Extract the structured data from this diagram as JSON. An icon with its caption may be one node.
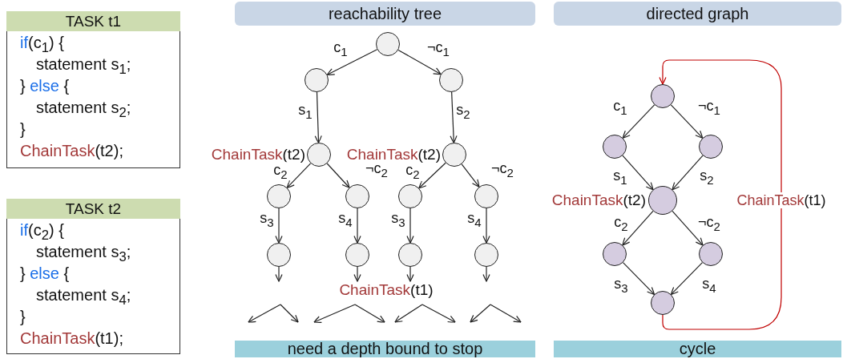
{
  "diagram": {
    "nodes": [
      {
        "text": [
          "TASK t1",
          "if(c$_{1}$) {",
          "statement s$_{1}$;",
          "} else {",
          "statement s$_{2}$;",
          "}",
          "ChainTask(t2);"
        ]
      },
      {
        "text": [
          "TASK t2",
          "if(c$_{2}$) {",
          "statement s$_{3}$;",
          "} else {",
          "statement s$_{4}$;",
          "}",
          "ChainTask(t1);"
        ]
      },
      {
        "text": [
          "reachability tree"
        ]
      },
      {
        "text": [],
        "shape": "circle"
      },
      {
        "text": [],
        "shape": "circle"
      },
      {
        "text": [],
        "shape": "circle"
      },
      {
        "text": [],
        "shape": "circle",
        "beside": [
          "ChainTask(t2)"
        ]
      },
      {
        "text": [],
        "shape": "circle",
        "beside": [
          "ChainTask(t2)"
        ]
      },
      {
        "text": [],
        "shape": "circle"
      },
      {
        "text": [],
        "shape": "circle"
      },
      {
        "text": [],
        "shape": "circle"
      },
      {
        "text": [],
        "shape": "circle"
      },
      {
        "text": [],
        "shape": "circle"
      },
      {
        "text": [],
        "shape": "circle"
      },
      {
        "text": [],
        "shape": "circle"
      },
      {
        "text": [],
        "shape": "circle"
      },
      {
        "text": [
          "need a depth bound to stop"
        ]
      },
      {
        "text": [
          "directed graph"
        ]
      },
      {
        "text": [],
        "shape": "circle"
      },
      {
        "text": [],
        "shape": "circle"
      },
      {
        "text": [],
        "shape": "circle"
      },
      {
        "text": [],
        "shape": "circle",
        "beside": [
          "ChainTask(t2)"
        ]
      },
      {
        "text": [],
        "shape": "circle"
      },
      {
        "text": [],
        "shape": "circle"
      },
      {
        "text": [],
        "shape": "circle"
      },
      {
        "text": [
          "cycle"
        ]
      },
      {
        "text": [
          "ChainTask(t1)"
        ]
      }
    ],
    "edges": [
      {
        "from": 3,
        "to": 4,
        "arrow": "to",
        "label": "c$_{1}$"
      },
      {
        "from": 3,
        "to": 5,
        "arrow": "to",
        "label": "¬c$_{1}$"
      },
      {
        "from": 4,
        "to": 6,
        "arrow": "to",
        "label": "s$_{1}$"
      },
      {
        "from": 5,
        "to": 7,
        "arrow": "to",
        "label": "s$_{2}$"
      },
      {
        "from": 6,
        "to": 8,
        "arrow": "to",
        "label": "c$_{2}$"
      },
      {
        "from": 6,
        "to": 9,
        "arrow": "to",
        "label": "¬c$_{2}$"
      },
      {
        "from": 7,
        "to": 10,
        "arrow": "to",
        "label": "c$_{2}$"
      },
      {
        "from": 7,
        "to": 11,
        "arrow": "to",
        "label": "¬c$_{2}$"
      },
      {
        "from": 8,
        "to": 12,
        "arrow": "to",
        "label": "s$_{3}$"
      },
      {
        "from": 9,
        "to": 13,
        "arrow": "to",
        "label": "s$_{4}$"
      },
      {
        "from": 10,
        "to": 14,
        "arrow": "to",
        "label": "s$_{3}$"
      },
      {
        "from": 11,
        "to": 15,
        "arrow": "to",
        "label": "s$_{4}$"
      },
      {
        "from": 12,
        "to": null,
        "arrow": "to"
      },
      {
        "from": 13,
        "to": 26,
        "arrow": "to"
      },
      {
        "from": 14,
        "to": 26,
        "arrow": "to"
      },
      {
        "from": 15,
        "to": null,
        "arrow": "to"
      },
      {
        "from": 18,
        "to": 19,
        "arrow": "to",
        "label": "c$_{1}$"
      },
      {
        "from": 18,
        "to": 20,
        "arrow": "to",
        "label": "¬c$_{1}$"
      },
      {
        "from": 19,
        "to": 21,
        "arrow": "to",
        "label": "s$_{1}$"
      },
      {
        "from": 20,
        "to": 21,
        "arrow": "to",
        "label": "s$_{2}$"
      },
      {
        "from": 21,
        "to": 22,
        "arrow": "to",
        "label": "c$_{2}$"
      },
      {
        "from": 21,
        "to": 23,
        "arrow": "to",
        "label": "¬c$_{2}$"
      },
      {
        "from": 22,
        "to": 24,
        "arrow": "to",
        "label": "s$_{3}$"
      },
      {
        "from": 23,
        "to": 24,
        "arrow": "to",
        "label": "s$_{4}$"
      },
      {
        "from": 24,
        "to": 18,
        "arrow": "to",
        "label": "ChainTask(t1)",
        "color": "#c00000"
      }
    ]
  }
}
